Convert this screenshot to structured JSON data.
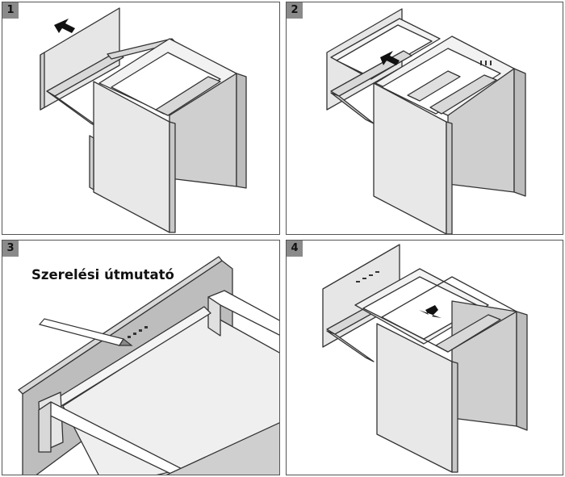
{
  "panels": [
    {
      "number": "1"
    },
    {
      "number": "2"
    },
    {
      "number": "3"
    },
    {
      "number": "4"
    }
  ],
  "caption": "Szerelési útmutató",
  "colors": {
    "panel_fill": "#e8e8e8",
    "panel_shadow": "#bdbdbd",
    "outline": "#333333",
    "badge": "#8a8a8a"
  }
}
